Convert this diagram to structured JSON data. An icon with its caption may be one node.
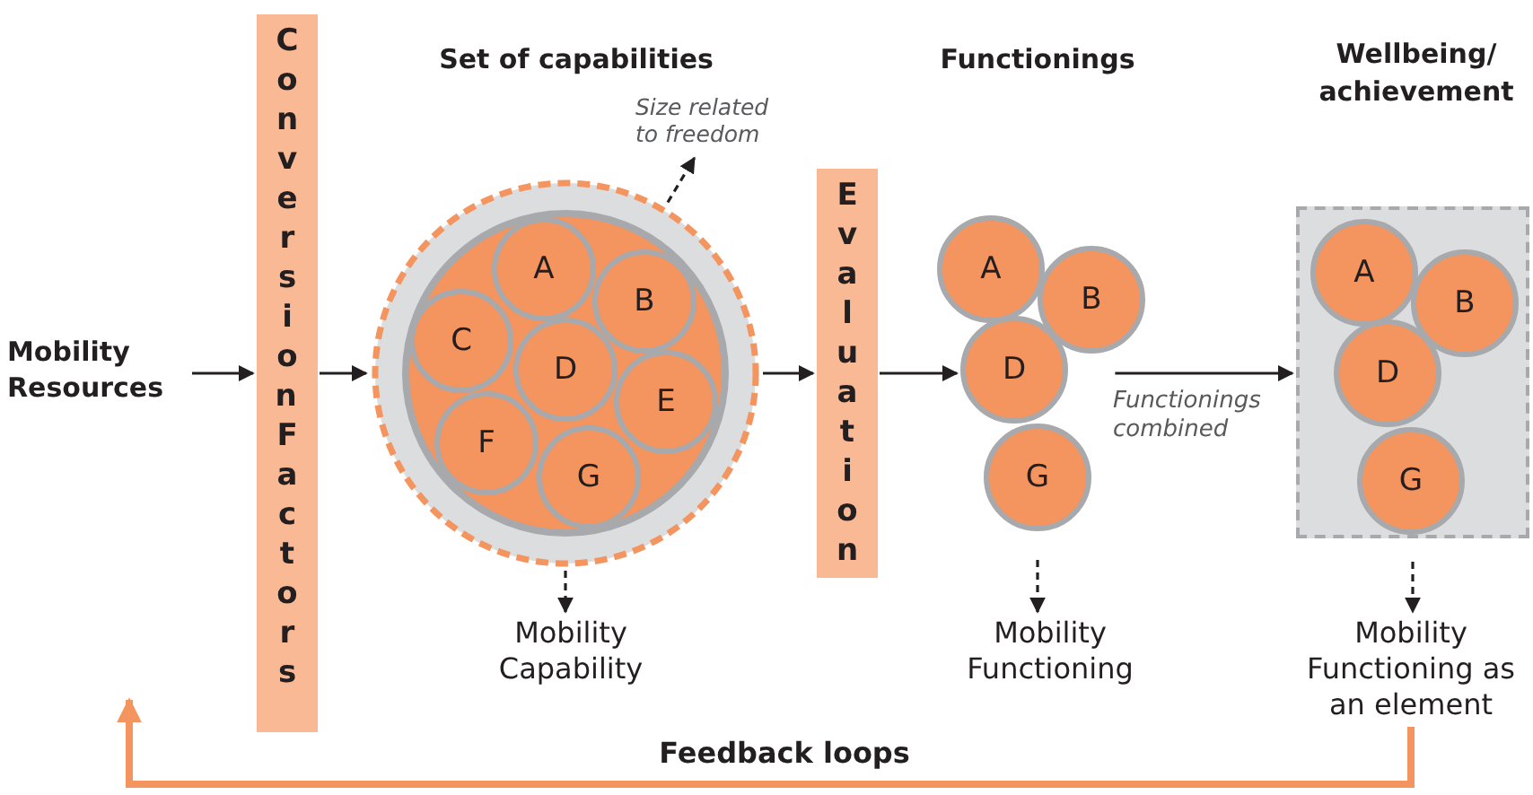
{
  "diagram": {
    "nodes": [
      {
        "text": [
          "Mobility Resources"
        ]
      },
      {
        "text": [
          "Conversion Factors"
        ]
      },
      {
        "text": [],
        "shape": "circle"
      },
      {
        "text": [
          "A"
        ],
        "in": 2
      },
      {
        "text": [
          "B"
        ],
        "in": 2
      },
      {
        "text": [
          "C"
        ],
        "in": 2
      },
      {
        "text": [
          "D"
        ],
        "in": 2
      },
      {
        "text": [
          "E"
        ],
        "in": 2
      },
      {
        "text": [
          "F"
        ],
        "in": 2
      },
      {
        "text": [
          "G"
        ],
        "in": 2
      },
      {
        "text": [
          "Size related to freedom"
        ]
      },
      {
        "text": [
          "Mobility Capability"
        ]
      },
      {
        "text": [
          "Evaluation"
        ]
      },
      {
        "text": [
          "A"
        ]
      },
      {
        "text": [
          "B"
        ]
      },
      {
        "text": [
          "D"
        ]
      },
      {
        "text": [
          "G"
        ]
      },
      {
        "text": [
          "Mobility Functioning"
        ]
      },
      {
        "text": [
          "Wellbeing/ achievement"
        ]
      },
      {
        "text": [
          "A"
        ],
        "in": 18
      },
      {
        "text": [
          "B"
        ],
        "in": 18
      },
      {
        "text": [
          "D"
        ],
        "in": 18
      },
      {
        "text": [
          "G"
        ],
        "in": 18
      },
      {
        "text": [
          "Mobility Functioning as an element"
        ]
      }
    ],
    "edges": [
      {
        "from": 0,
        "to": 1,
        "arrow": "to"
      },
      {
        "from": 1,
        "to": 2,
        "arrow": "to"
      },
      {
        "from": 2,
        "to": 12,
        "arrow": "to"
      },
      {
        "from": 12,
        "to": 15,
        "arrow": "to"
      },
      {
        "from": 2,
        "to": 10,
        "arrow": "to",
        "style": "dashed"
      },
      {
        "from": 2,
        "to": 11,
        "arrow": "to",
        "style": "dashed"
      },
      {
        "from": 14,
        "to": 18,
        "arrow": "to",
        "label": "Functionings combined"
      },
      {
        "from": 16,
        "to": 17,
        "arrow": "to",
        "style": "dashed"
      },
      {
        "from": 18,
        "to": 23,
        "arrow": "to",
        "style": "dashed"
      },
      {
        "from": 23,
        "to": null,
        "arrow": "to",
        "label": "Feedback loops",
        "style": "thick",
        "color": "#f4945f"
      }
    ],
    "labels": [
      "Set of capabilities",
      "Functionings"
    ]
  }
}
